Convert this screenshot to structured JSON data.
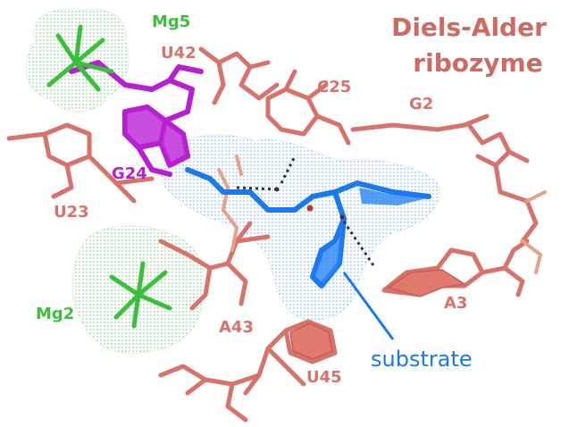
{
  "title": {
    "line1": "Diels-Alder",
    "line2": "ribozyme"
  },
  "labels": {
    "mg5": "Mg5",
    "mg2": "Mg2",
    "u42": "U42",
    "c25": "C25",
    "g2": "G2",
    "g24": "G24",
    "u23": "U23",
    "a43": "A43",
    "a3": "A3",
    "u45": "U45",
    "substrate": "substrate"
  },
  "colors": {
    "rna": "#d7736a",
    "rna_light": "#e8a08a",
    "title": "#cf6a62",
    "magnesium": "#3cbf3c",
    "magnesium_dots": "#7ac47a",
    "g24": "#b81fd0",
    "substrate": "#1a78f0",
    "substrate_dots": "#6aa8f0",
    "hbond": "#333333"
  }
}
